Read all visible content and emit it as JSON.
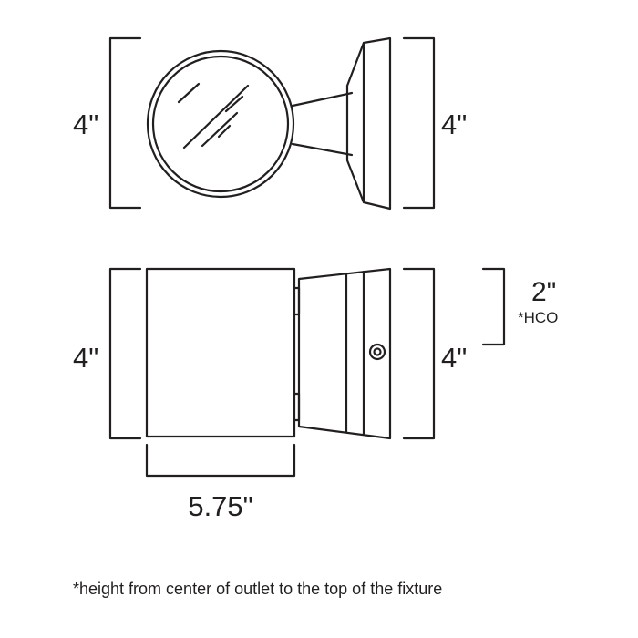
{
  "top_view": {
    "left_height": "4\"",
    "right_height": "4\""
  },
  "side_view": {
    "left_height": "4\"",
    "right_height": "4\"",
    "hco_value": "2\"",
    "hco_label": "*HCO",
    "width": "5.75\""
  },
  "footnote": "*height from center of outlet to the top of the fixture"
}
